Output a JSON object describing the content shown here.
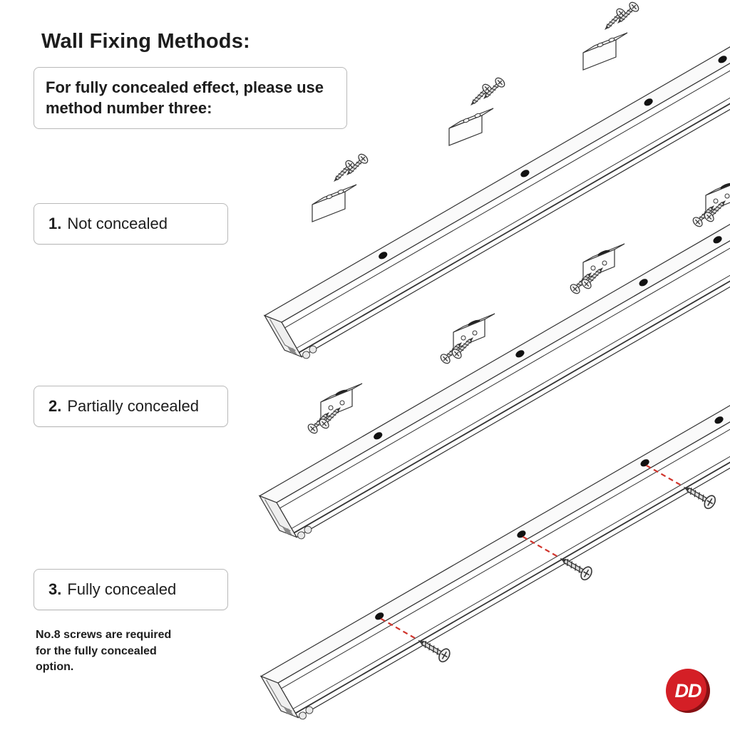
{
  "page": {
    "title": "Wall Fixing Methods:",
    "note": "For fully concealed effect, please use method number three:",
    "methods": [
      {
        "number": "1.",
        "label": "Not concealed"
      },
      {
        "number": "2.",
        "label": "Partially concealed"
      },
      {
        "number": "3.",
        "label": "Fully concealed"
      }
    ],
    "footnote": "No.8 screws are required for the fully concealed option.",
    "logo_text": "DD",
    "colors": {
      "logo_red": "#d41f26",
      "guide_line_red": "#d0342c",
      "line_dark": "#333333"
    },
    "illustration_parts": [
      "sliding-door-track-rail",
      "l-wall-bracket",
      "top-fix-clamp-bracket",
      "no8-screw",
      "fixing-hole"
    ]
  }
}
